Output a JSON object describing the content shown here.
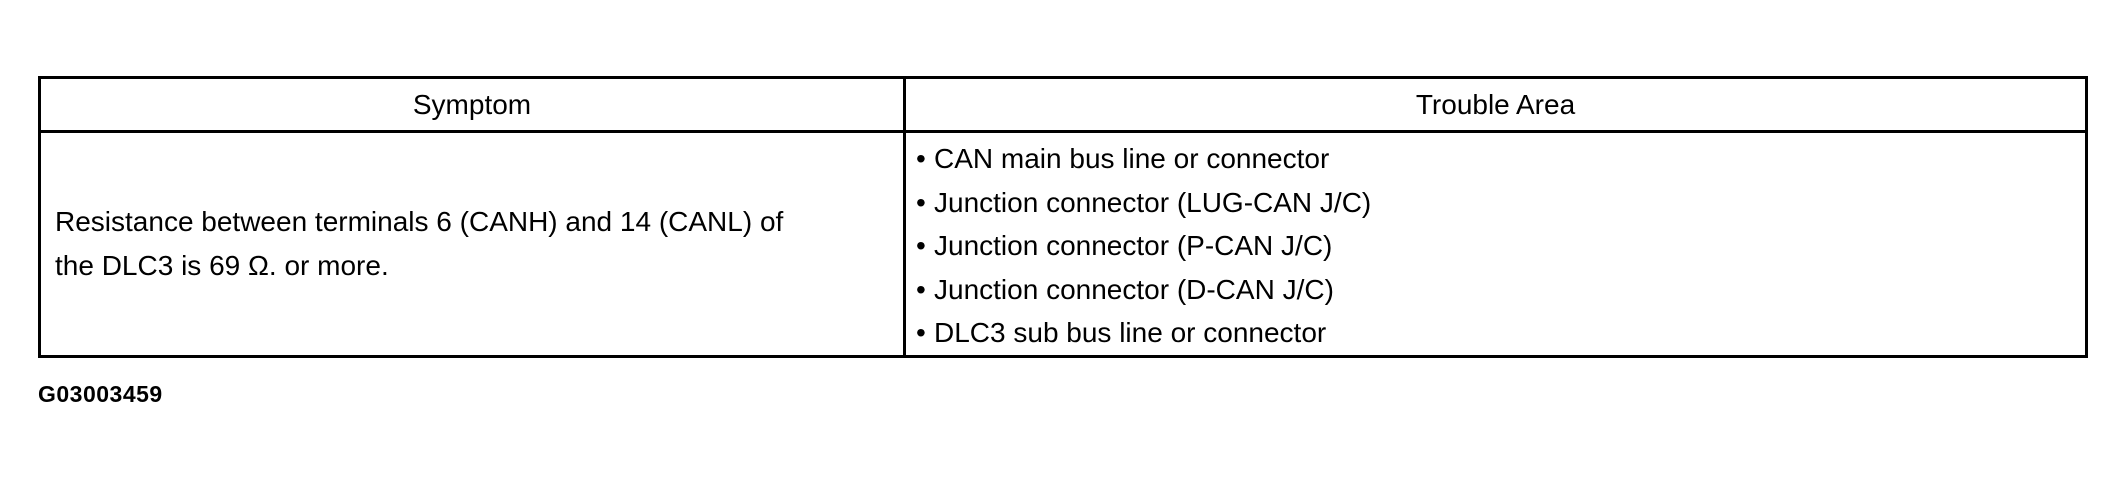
{
  "table": {
    "headers": {
      "symptom": "Symptom",
      "trouble_area": "Trouble Area"
    },
    "rows": [
      {
        "symptom_line1": "Resistance between terminals 6 (CANH) and 14 (CANL) of",
        "symptom_line2": "the DLC3 is 69 Ω. or more.",
        "trouble_areas": [
          "CAN main bus line or connector",
          "Junction connector (LUG-CAN J/C)",
          "Junction connector (P-CAN J/C)",
          "Junction connector (D-CAN J/C)",
          "DLC3 sub bus line or connector"
        ]
      }
    ]
  },
  "figure_id": "G03003459"
}
